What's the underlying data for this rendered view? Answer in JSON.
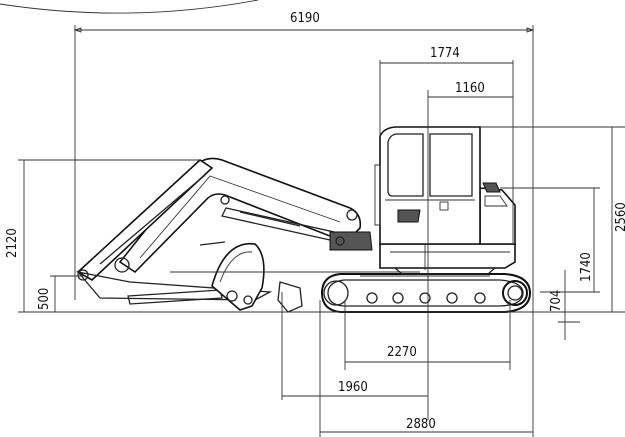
{
  "dimensions": {
    "overall_length": "6190",
    "cab_rear_to_front": "1774",
    "cab_rear_to_center": "1160",
    "max_dig_height_ref": "2120",
    "bucket_height": "500",
    "overall_height": "2560",
    "counterweight_height": "1740",
    "ground_clearance_ref": "704",
    "track_length": "2270",
    "front_reach": "1960",
    "track_overall": "2880"
  }
}
